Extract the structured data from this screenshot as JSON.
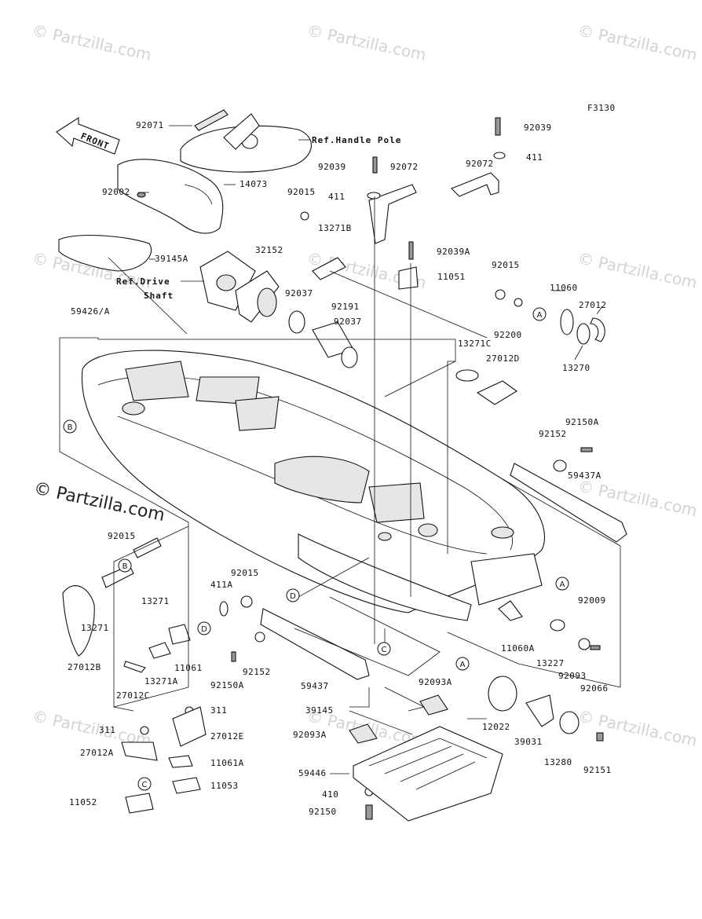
{
  "diagram_code": "F3130",
  "front_arrow": "FRONT",
  "watermark": {
    "small": "© Partzilla.com",
    "big": "© Partzilla.com"
  },
  "references": {
    "handle_pole": "Ref.Handle Pole",
    "drive_shaft_1": "Ref.Drive",
    "drive_shaft_2": "Shaft"
  },
  "callouts": [
    "A",
    "B",
    "C",
    "D"
  ],
  "parts": [
    "92071",
    "14073",
    "92002",
    "39145A",
    "59426/A",
    "92039",
    "92072",
    "411",
    "92015",
    "13271B",
    "32152",
    "92037",
    "92191",
    "92039A",
    "11051",
    "11060",
    "27012",
    "92200",
    "13270",
    "13271C",
    "27012D",
    "92150A",
    "92152",
    "59437A",
    "13271",
    "27012B",
    "411A",
    "11061",
    "13271A",
    "27012C",
    "92150A",
    "59437",
    "92009",
    "11060A",
    "13227",
    "92093",
    "92066",
    "39145",
    "92093A",
    "59446",
    "410",
    "92150",
    "12022",
    "39031",
    "13280",
    "92151",
    "311",
    "27012E",
    "27012A",
    "11061A",
    "11053",
    "11052",
    "92093A"
  ]
}
